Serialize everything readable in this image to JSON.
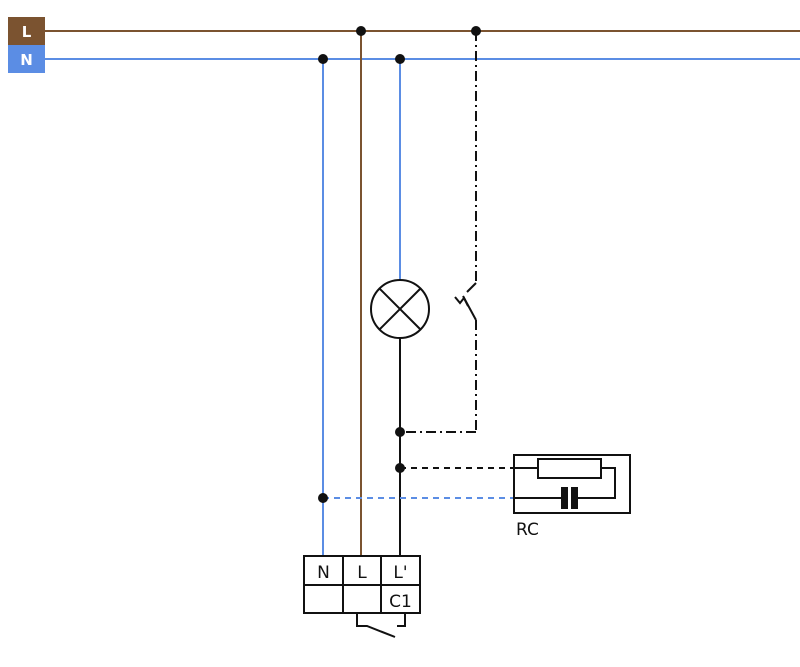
{
  "bus": {
    "L_label": "L",
    "N_label": "N"
  },
  "terminals": {
    "N": "N",
    "L": "L",
    "L_prime": "L'",
    "C1": "C1"
  },
  "rc_label": "RC",
  "colors": {
    "live": "#7b5330",
    "neutral": "#5b8de4",
    "switched": "#111111"
  }
}
